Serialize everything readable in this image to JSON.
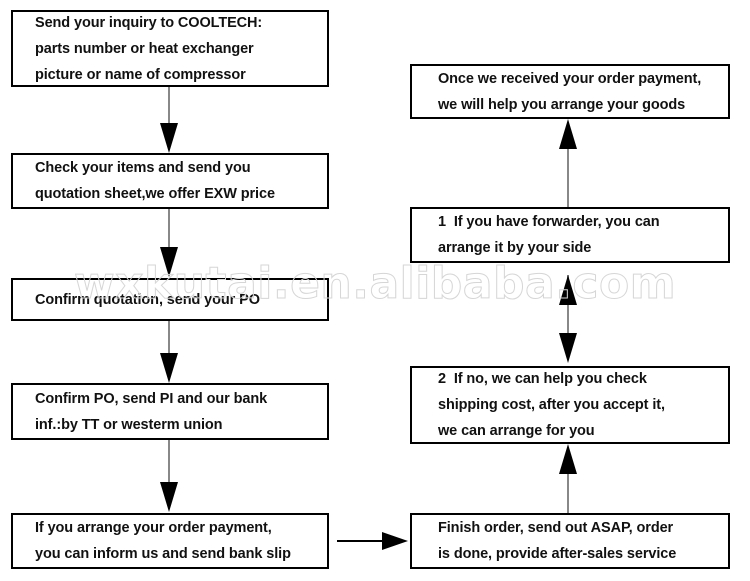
{
  "diagram": {
    "title": "COOLTECH order process flowchart",
    "watermark": "wxkutai.en.alibaba.com",
    "colors": {
      "box_border": "#000000",
      "text": "#111111",
      "arrow_shaft": "#888888",
      "arrow_head": "#000000",
      "watermark": "#d6d6d6",
      "background": "#ffffff"
    }
  },
  "left_column": {
    "nodes": [
      {
        "id": "send-inquiry",
        "lines": [
          "Send your inquiry to COOLTECH:",
          "parts number or heat exchanger",
          "picture or name of compressor"
        ]
      },
      {
        "id": "check-items",
        "lines": [
          "Check your items and send you",
          "quotation sheet,we offer EXW price"
        ]
      },
      {
        "id": "confirm-quotation",
        "lines": [
          "Confirm quotation, send your PO"
        ]
      },
      {
        "id": "confirm-po",
        "lines": [
          "Confirm PO, send PI and our bank",
          "inf.:by TT or westerm union"
        ]
      },
      {
        "id": "arrange-payment",
        "lines": [
          "If you arrange your order payment,",
          "you can inform us and send bank slip"
        ]
      }
    ]
  },
  "right_column": {
    "nodes": [
      {
        "id": "received-payment",
        "lines": [
          "Once we received your order payment,",
          "we will help you arrange your goods"
        ]
      },
      {
        "id": "option-one-forwarder",
        "lines": [
          "1  If you have forwarder, you can",
          "arrange it by your side"
        ]
      },
      {
        "id": "option-two-shipping",
        "lines": [
          "2  If no, we can help you check",
          "shipping cost, after you accept it,",
          "we can arrange for you"
        ]
      },
      {
        "id": "finish-order",
        "lines": [
          "Finish order, send out ASAP, order",
          "is done, provide after-sales service"
        ]
      }
    ]
  },
  "connectors": [
    {
      "id": "inquiry-to-check",
      "direction": "down"
    },
    {
      "id": "check-to-quotation",
      "direction": "down"
    },
    {
      "id": "quotation-to-po",
      "direction": "down"
    },
    {
      "id": "po-to-payment",
      "direction": "down"
    },
    {
      "id": "payment-to-finish",
      "direction": "right"
    },
    {
      "id": "finish-to-option-two",
      "direction": "up"
    },
    {
      "id": "option-two-to-option-one",
      "direction": "up-down"
    },
    {
      "id": "option-one-to-received",
      "direction": "up"
    }
  ]
}
